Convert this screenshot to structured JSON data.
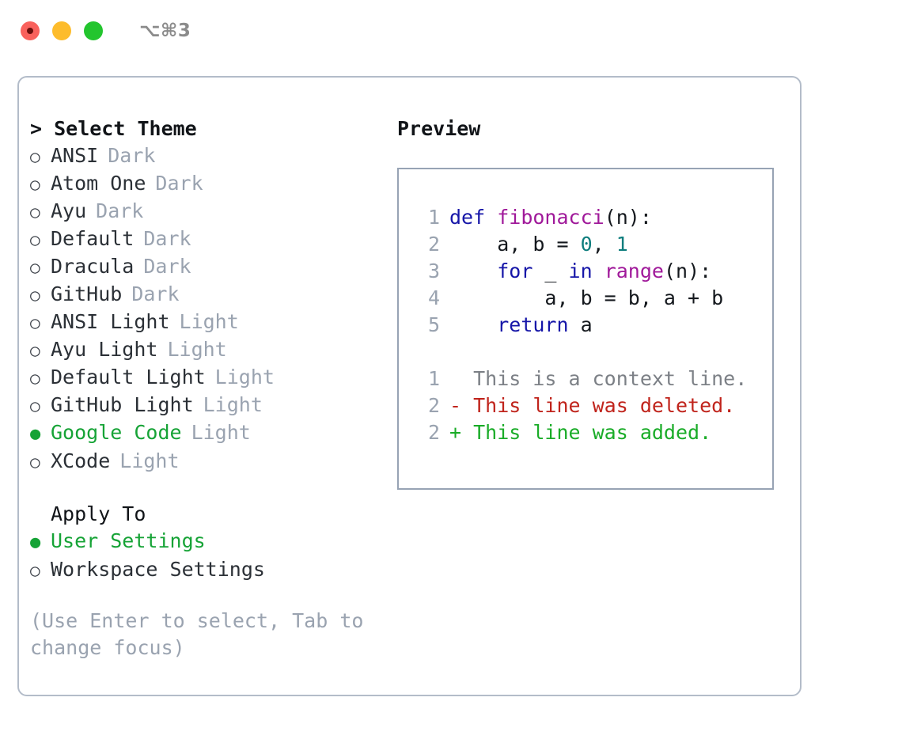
{
  "window": {
    "shortcut": "⌥⌘3",
    "traffic_lights": [
      "close",
      "minimize",
      "maximize"
    ]
  },
  "theme_picker": {
    "header": "> Select Theme",
    "options": [
      {
        "bullet": "○",
        "label": "ANSI",
        "tag": "Dark",
        "selected": false
      },
      {
        "bullet": "○",
        "label": "Atom One",
        "tag": "Dark",
        "selected": false
      },
      {
        "bullet": "○",
        "label": "Ayu",
        "tag": "Dark",
        "selected": false
      },
      {
        "bullet": "○",
        "label": "Default",
        "tag": "Dark",
        "selected": false
      },
      {
        "bullet": "○",
        "label": "Dracula",
        "tag": "Dark",
        "selected": false
      },
      {
        "bullet": "○",
        "label": "GitHub",
        "tag": "Dark",
        "selected": false
      },
      {
        "bullet": "○",
        "label": "ANSI Light",
        "tag": "Light",
        "selected": false
      },
      {
        "bullet": "○",
        "label": "Ayu Light",
        "tag": "Light",
        "selected": false
      },
      {
        "bullet": "○",
        "label": "Default Light",
        "tag": "Light",
        "selected": false
      },
      {
        "bullet": "○",
        "label": "GitHub Light",
        "tag": "Light",
        "selected": false
      },
      {
        "bullet": "●",
        "label": "Google Code",
        "tag": "Light",
        "selected": true
      },
      {
        "bullet": "○",
        "label": "XCode",
        "tag": "Light",
        "selected": false
      }
    ]
  },
  "apply_to": {
    "header": "Apply To",
    "options": [
      {
        "bullet": "●",
        "label": "User Settings",
        "selected": true
      },
      {
        "bullet": "○",
        "label": "Workspace Settings",
        "selected": false
      }
    ]
  },
  "hint": "(Use Enter to select, Tab to\nchange focus)",
  "preview": {
    "title": "Preview",
    "code_lines": [
      {
        "num": "1",
        "tokens": [
          {
            "t": "def ",
            "c": "kw"
          },
          {
            "t": "fibonacci",
            "c": "fn"
          },
          {
            "t": "(n):",
            "c": "plain"
          }
        ]
      },
      {
        "num": "2",
        "tokens": [
          {
            "t": "    a, b = ",
            "c": "plain"
          },
          {
            "t": "0",
            "c": "num"
          },
          {
            "t": ", ",
            "c": "plain"
          },
          {
            "t": "1",
            "c": "num"
          }
        ]
      },
      {
        "num": "3",
        "tokens": [
          {
            "t": "    ",
            "c": "plain"
          },
          {
            "t": "for",
            "c": "kw"
          },
          {
            "t": " _ ",
            "c": "plain"
          },
          {
            "t": "in",
            "c": "kw"
          },
          {
            "t": " ",
            "c": "plain"
          },
          {
            "t": "range",
            "c": "fn"
          },
          {
            "t": "(n):",
            "c": "plain"
          }
        ]
      },
      {
        "num": "4",
        "tokens": [
          {
            "t": "        a, b = b, a + b",
            "c": "plain"
          }
        ]
      },
      {
        "num": "5",
        "tokens": [
          {
            "t": "    ",
            "c": "plain"
          },
          {
            "t": "return",
            "c": "kw"
          },
          {
            "t": " a",
            "c": "plain"
          }
        ]
      }
    ],
    "diff_lines": [
      {
        "num": "1",
        "marker": "  ",
        "text": "This is a context line.",
        "kind": "context"
      },
      {
        "num": "2",
        "marker": "- ",
        "text": "This line was deleted.",
        "kind": "del"
      },
      {
        "num": "2",
        "marker": "+ ",
        "text": "This line was added.",
        "kind": "add"
      }
    ]
  },
  "colors": {
    "accent_green": "#16a336",
    "muted": "#9aa3b0",
    "keyword": "#1616a8",
    "function": "#a0199a",
    "number": "#0d7d7d",
    "diff_delete": "#c0241c",
    "diff_add": "#1aac28",
    "border": "#b3bcc9",
    "preview_border": "#97a3b4",
    "traffic_close": "#f9615c",
    "traffic_minimize": "#fdbc2c",
    "traffic_maximize": "#23c52e"
  }
}
